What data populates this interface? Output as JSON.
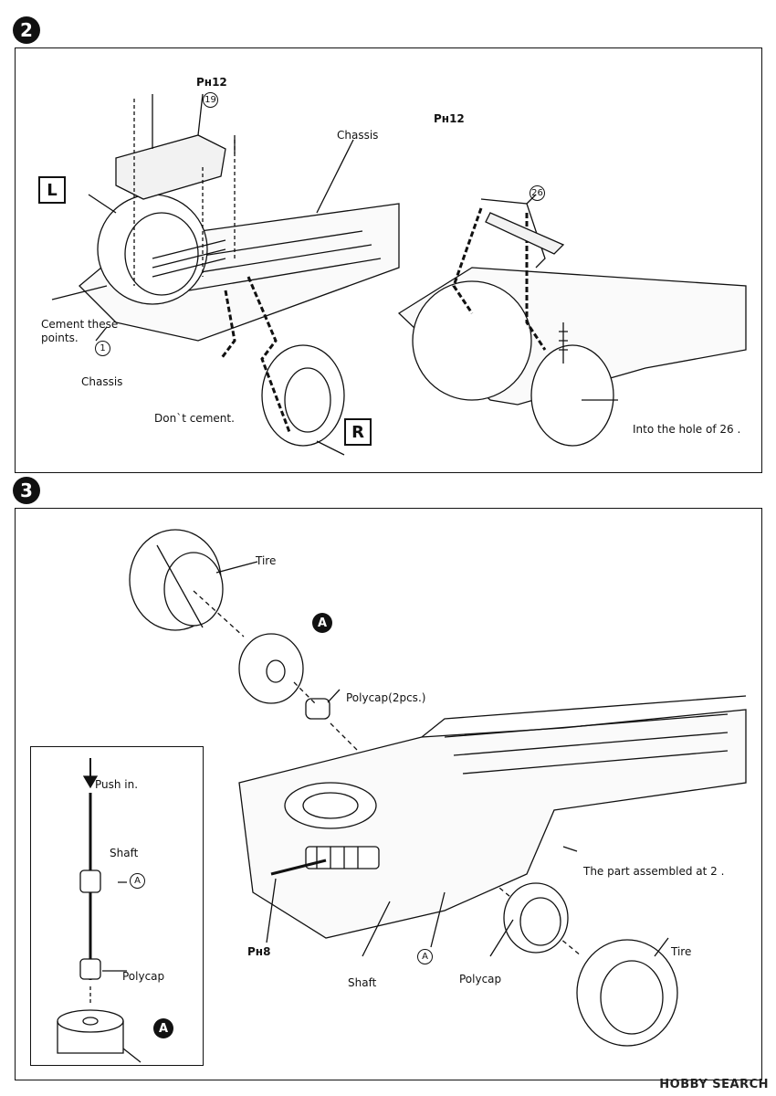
{
  "step2": {
    "number": "2",
    "part_ref_top": "Pн12",
    "part_19": "19",
    "chassis_jp": "",
    "chassis_en": "Chassis",
    "chassis_ref": "Pн12",
    "side_left": "L",
    "side_right": "R",
    "cement_jp": "",
    "cement_en_1": "Cement these",
    "cement_en_2": "points.",
    "part_1": "1",
    "chassis2_jp": "",
    "chassis2_en": "Chassis",
    "nocement_jp": "",
    "nocement_en": "Don`t cement.",
    "part_26": "26",
    "hole_jp_1": "",
    "hole_jp_2": "",
    "hole_en": "Into the hole of 26 ."
  },
  "step3": {
    "number": "3",
    "tire_jp": "",
    "tire_en": "Tire",
    "part_a": "A",
    "polycap_jp": "",
    "polycap_en": "Polycap(2pcs.)",
    "assembled_jp": "",
    "assembled_en": "The part assembled at 2 .",
    "ph8": "Pн8",
    "shaft_jp": "",
    "shaft_en": "Shaft",
    "polycap2_jp": "",
    "polycap2_en": "Polycap",
    "tire2_jp": "",
    "tire2_en": "Tire",
    "inset": {
      "push_jp": "",
      "push_en": "Push in.",
      "shaft_jp": "",
      "shaft_en": "Shaft",
      "polycap_jp": "",
      "polycap_en": "Polycap"
    }
  },
  "watermark": "HOBBY SEARCH"
}
